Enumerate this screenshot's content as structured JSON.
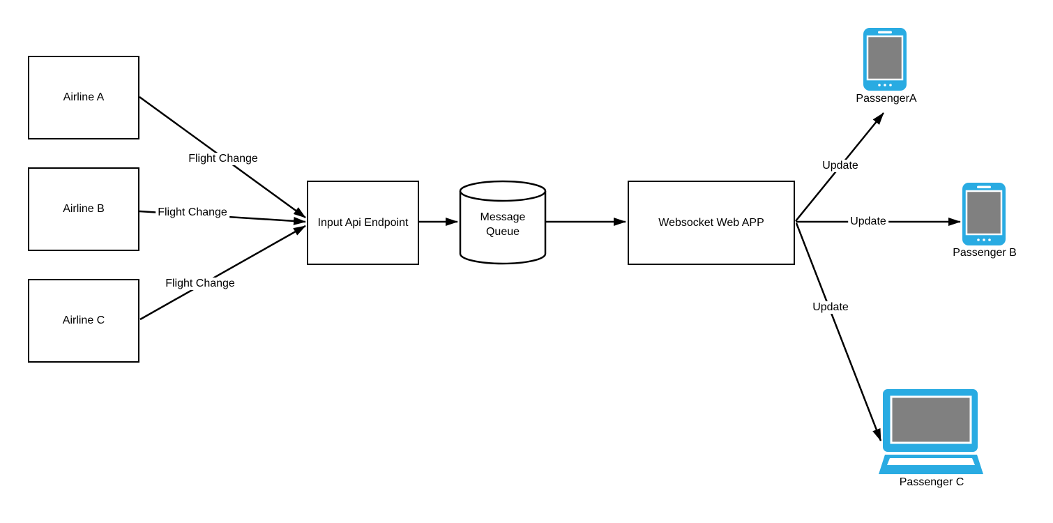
{
  "nodes": {
    "airline_a": {
      "label": "Airline A",
      "shape": "rectangle"
    },
    "airline_b": {
      "label": "Airline B",
      "shape": "rectangle"
    },
    "airline_c": {
      "label": "Airline C",
      "shape": "rectangle"
    },
    "input_api": {
      "label": "Input Api Endpoint",
      "shape": "rectangle"
    },
    "message_queue": {
      "label": "Message Queue",
      "shape": "cylinder"
    },
    "websocket_app": {
      "label": "Websocket Web APP",
      "shape": "rectangle"
    },
    "passenger_a": {
      "label": "PassengerA",
      "icon": "tablet-icon"
    },
    "passenger_b": {
      "label": "Passenger B",
      "icon": "tablet-icon"
    },
    "passenger_c": {
      "label": "Passenger C",
      "icon": "laptop-icon"
    }
  },
  "edges": {
    "airline_a_to_input": {
      "label": "Flight Change"
    },
    "airline_b_to_input": {
      "label": "Flight Change"
    },
    "airline_c_to_input": {
      "label": "Flight Change"
    },
    "input_to_queue": {
      "label": ""
    },
    "queue_to_websocket": {
      "label": ""
    },
    "websocket_to_passenger_a": {
      "label": "Update"
    },
    "websocket_to_passenger_b": {
      "label": "Update"
    },
    "websocket_to_passenger_c": {
      "label": "Update"
    }
  },
  "colors": {
    "device_blue": "#29ABE2",
    "screen_gray": "#808080",
    "stroke_black": "#000000",
    "background": "#FFFFFF"
  }
}
